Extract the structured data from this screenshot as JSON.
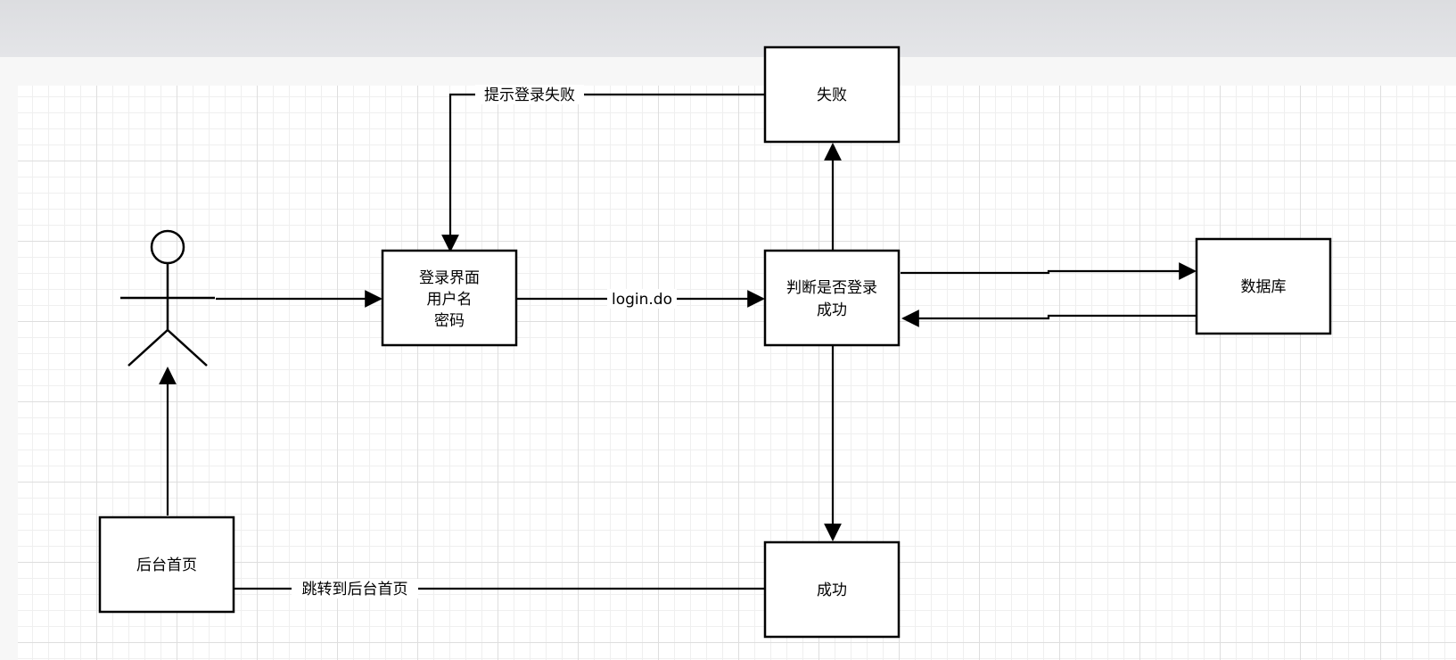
{
  "nodes": {
    "fail": "失败",
    "login": [
      "登录界面",
      "用户名",
      "密码"
    ],
    "judge": [
      "判断是否登录",
      "成功"
    ],
    "database": "数据库",
    "success": "成功",
    "backend": "后台首页"
  },
  "edges": {
    "fail_to_login": "提示登录失败",
    "login_to_judge": "login.do",
    "success_to_backend": "跳转到后台首页"
  }
}
